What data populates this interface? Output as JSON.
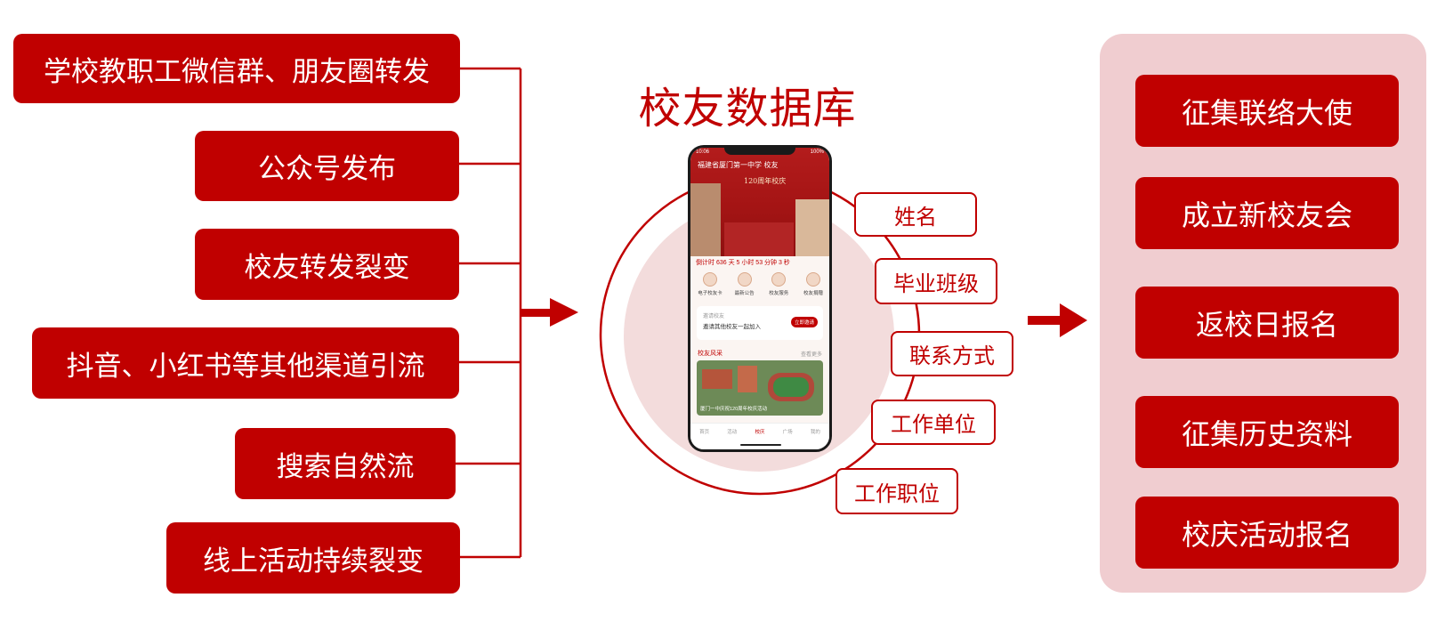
{
  "colors": {
    "brand_red": "#c00000",
    "panel_pink": "#f0cdd0",
    "circle_pink": "#f3dcdc"
  },
  "left_channels": [
    "学校教职工微信群、朋友圈转发",
    "公众号发布",
    "校友转发裂变",
    "抖音、小红书等其他渠道引流",
    "搜索自然流",
    "线上活动持续裂变"
  ],
  "center": {
    "title": "校友数据库",
    "fields": [
      "姓名",
      "毕业班级",
      "联系方式",
      "工作单位",
      "工作职位"
    ]
  },
  "phone": {
    "status_time": "10:06",
    "status_battery": "100%",
    "school_name": "福建省厦门第一中学 校友",
    "anniversary": "120周年校庆",
    "countdown": "倒计时 636 天 5 小时 53 分钟 3 秒",
    "icons": [
      "电子校友卡",
      "最新公告",
      "校友服务",
      "校友捐赠"
    ],
    "invite_title": "邀请校友",
    "invite_text": "邀请其他校友一起加入",
    "invite_button": "立即邀请",
    "section_title": "校友风采",
    "section_more": "查看更多",
    "photo_caption": "厦门一中庆祝120周年校庆活动",
    "tabs": [
      "首页",
      "活动",
      "校庆",
      "广场",
      "我的"
    ]
  },
  "right_actions": [
    "征集联络大使",
    "成立新校友会",
    "返校日报名",
    "征集历史资料",
    "校庆活动报名"
  ]
}
